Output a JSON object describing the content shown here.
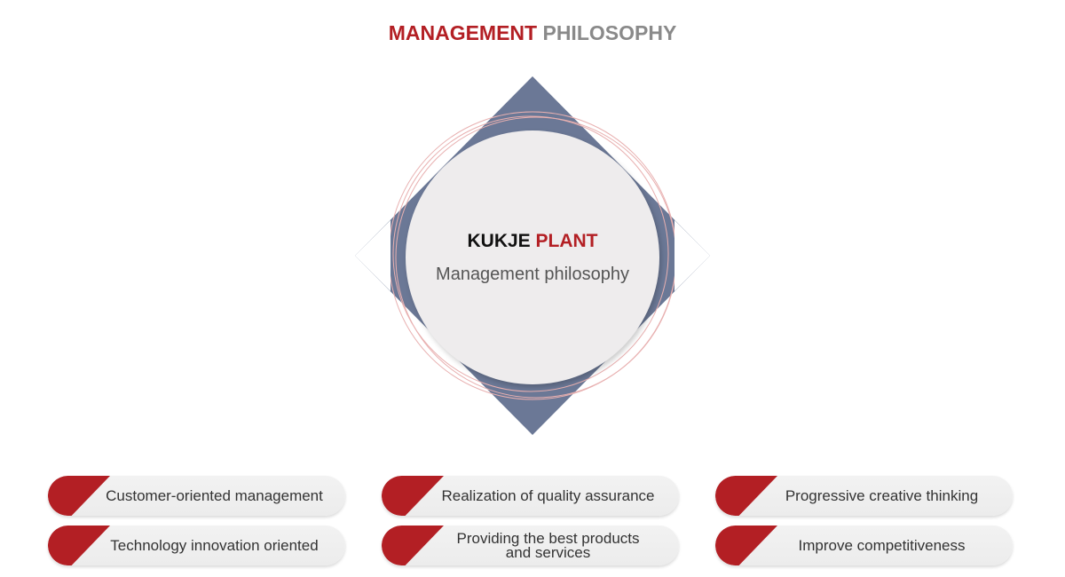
{
  "title": {
    "part1": "MANAGEMENT",
    "part2": "PHILOSOPHY"
  },
  "center": {
    "brand1": "KUKJE",
    "brand2": "PLANT",
    "subtitle": "Management philosophy"
  },
  "items": [
    "Customer-oriented management",
    "Realization of quality assurance",
    "Progressive creative thinking",
    "Technology innovation oriented",
    "Providing the best products and services",
    "Improve competitiveness"
  ],
  "colors": {
    "accent": "#b31f24",
    "diamond": "#6b7896",
    "circle": "#eeeced"
  }
}
